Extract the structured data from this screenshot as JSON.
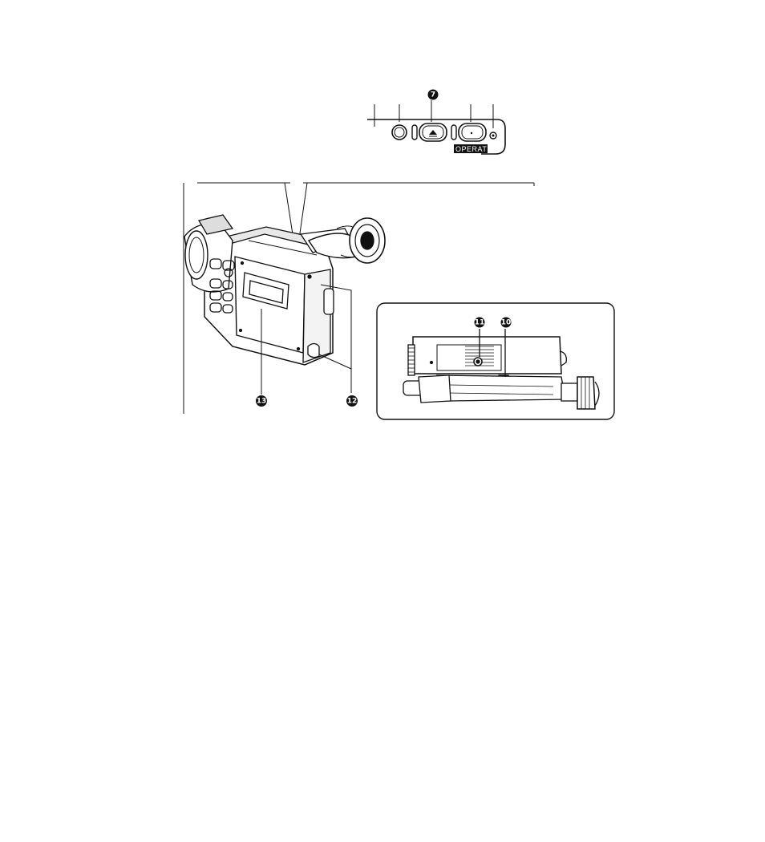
{
  "callouts": {
    "top_panel": "7",
    "bottom_view_left": "11",
    "bottom_view_right": "10",
    "main_front": "13",
    "main_right": "12"
  },
  "control_panel": {
    "operate_label": "OPERATE"
  },
  "colors": {
    "ink": "#111111",
    "paper": "#ffffff",
    "panel_border": "#555555"
  }
}
